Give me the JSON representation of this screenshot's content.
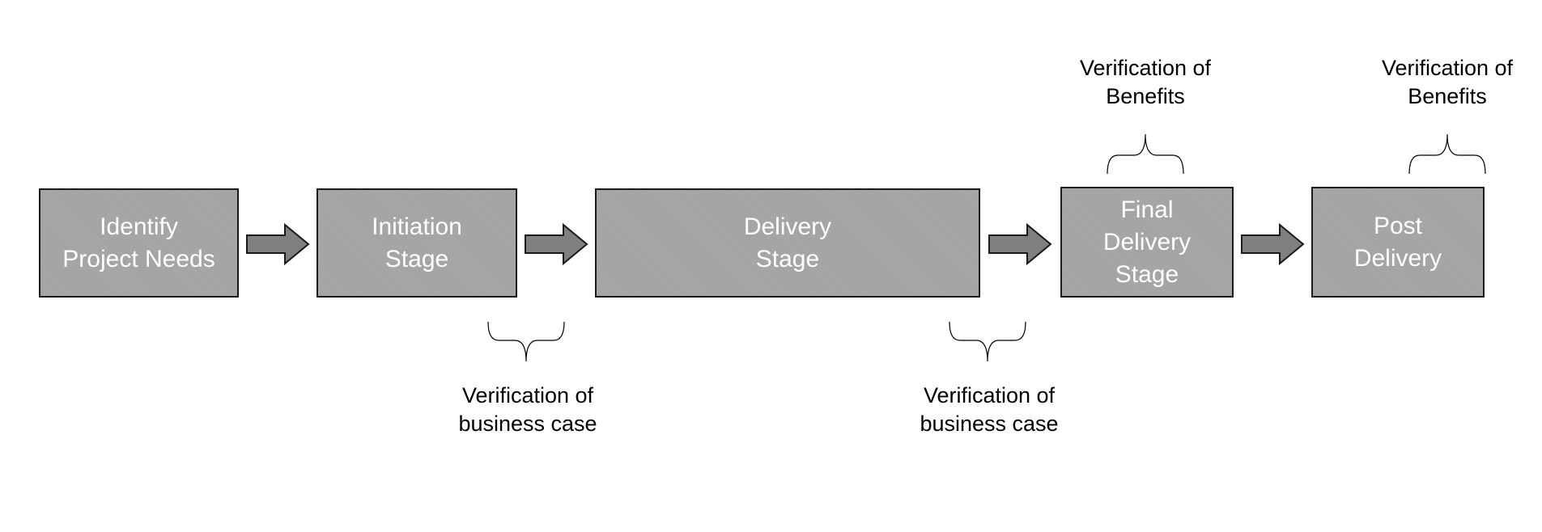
{
  "stages": [
    {
      "id": "identify",
      "label": "Identify\nProject Needs"
    },
    {
      "id": "initiation",
      "label": "Initiation\nStage"
    },
    {
      "id": "delivery",
      "label": "Delivery\nStage"
    },
    {
      "id": "final",
      "label": "Final\nDelivery\nStage"
    },
    {
      "id": "post",
      "label": "Post\nDelivery"
    }
  ],
  "annotations": [
    {
      "id": "verify-bc-1",
      "label": "Verification of\nbusiness case"
    },
    {
      "id": "verify-bc-2",
      "label": "Verification of\nbusiness case"
    },
    {
      "id": "verify-ben-1",
      "label": "Verification of\nBenefits"
    },
    {
      "id": "verify-ben-2",
      "label": "Verification of\nBenefits"
    }
  ],
  "colors": {
    "stage_fill": "#a6a6a6",
    "stage_border": "#1a1a1a",
    "arrow_fill": "#7f7f7f",
    "bracket_stroke": "#000000"
  }
}
